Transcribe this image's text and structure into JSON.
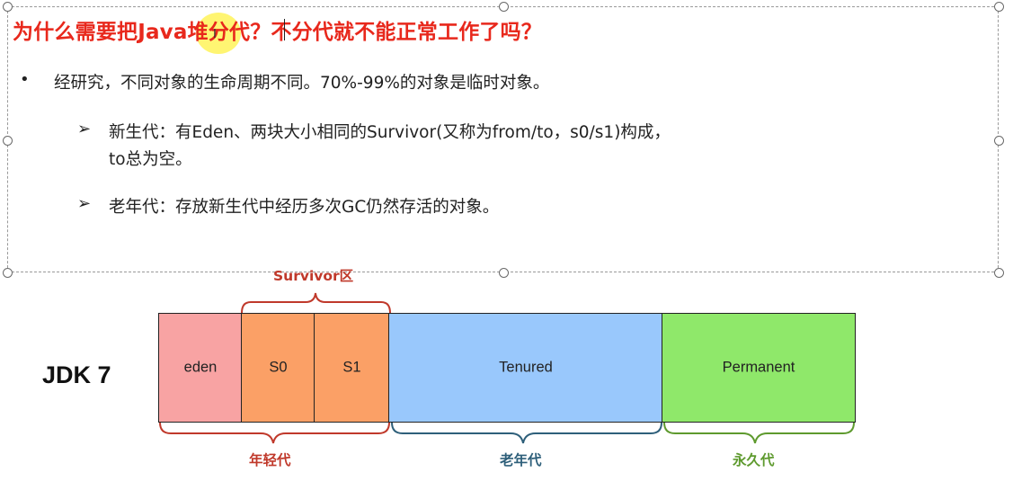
{
  "slide": {
    "title": "为什么需要把Java堆分代？不分代就不能正常工作了吗？",
    "bullet_symbol": "•",
    "arrow_symbol": "➢",
    "point1": "经研究，不同对象的生命周期不同。70%-99%的对象是临时对象。",
    "sub1_line1": "新生代：有Eden、两块大小相同的Survivor(又称为from/to，s0/s1)构成，",
    "sub1_line2": "to总为空。",
    "sub2": "老年代：存放新生代中经历多次GC仍然存活的对象。"
  },
  "diagram": {
    "jdk_label": "JDK 7",
    "segments": {
      "eden": "eden",
      "s0": "S0",
      "s1": "S1",
      "tenured": "Tenured",
      "permanent": "Permanent"
    },
    "braces": {
      "survivor": "Survivor区",
      "young": "年轻代",
      "old": "老年代",
      "perm": "永久代"
    },
    "colors": {
      "eden": "#f8a3a3",
      "survivor": "#fba066",
      "tenured": "#99c8fc",
      "permanent": "#8fe86a",
      "brace_red": "#c0392b",
      "brace_blue": "#2e5f7a",
      "brace_green": "#5e9a2e"
    }
  }
}
